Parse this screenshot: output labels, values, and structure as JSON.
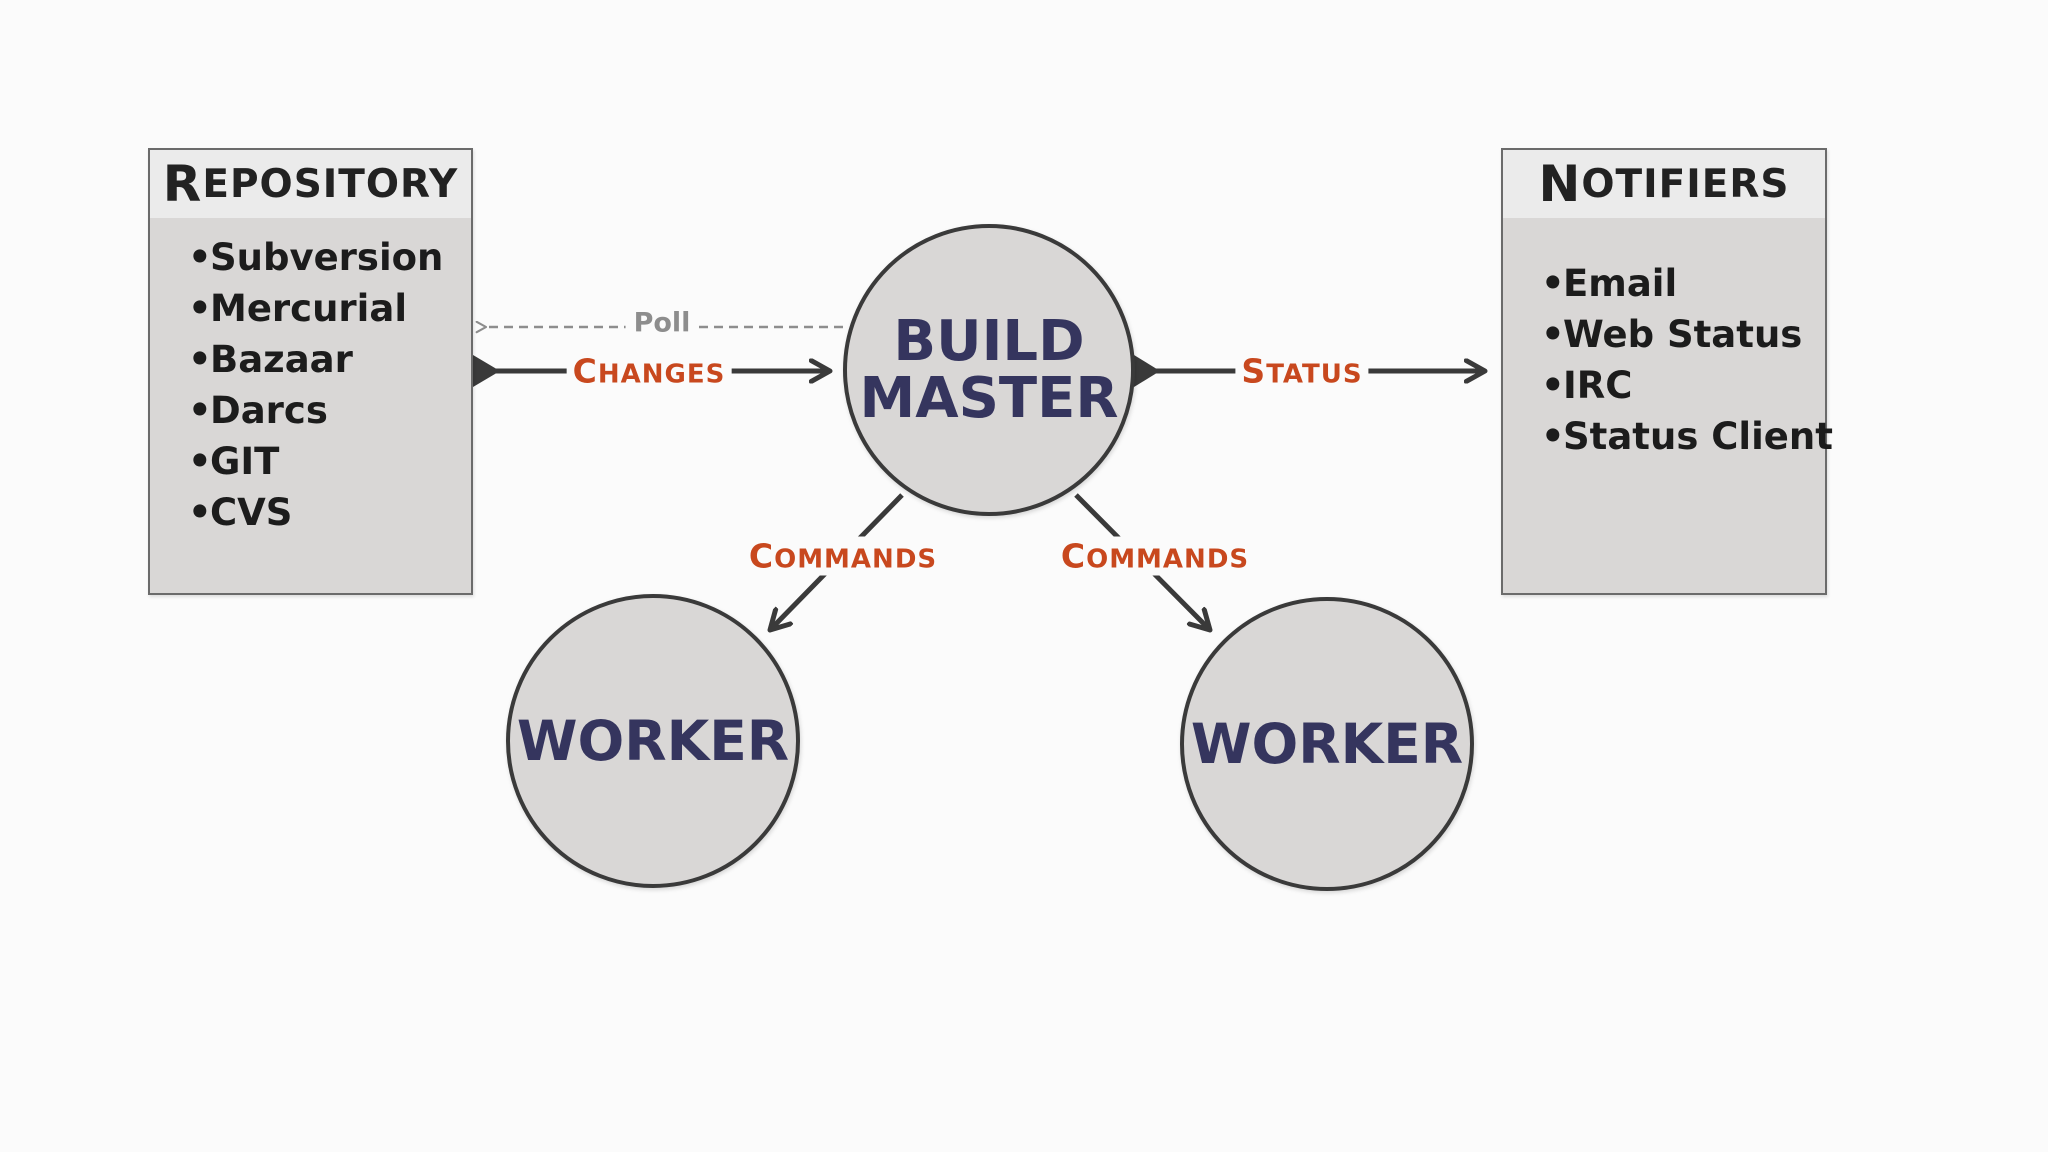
{
  "repository": {
    "title_initial": "R",
    "title_rest": "EPOSITORY",
    "items": [
      "Subversion",
      "Mercurial",
      "Bazaar",
      "Darcs",
      "GIT",
      "CVS"
    ]
  },
  "notifiers": {
    "title_initial": "N",
    "title_rest": "OTIFIERS",
    "items": [
      "Email",
      "Web Status",
      "IRC",
      "Status Client"
    ]
  },
  "build_master": {
    "line1": "BUILD",
    "line2": "MASTER"
  },
  "workers": {
    "left": "WORKER",
    "right": "WORKER"
  },
  "edges": {
    "poll": "Poll",
    "changes_initial": "C",
    "changes_rest": "HANGES",
    "status_initial": "S",
    "status_rest": "TATUS",
    "commands_left_initial": "C",
    "commands_left_rest": "OMMANDS",
    "commands_right_initial": "C",
    "commands_right_rest": "OMMANDS"
  },
  "colors": {
    "background": "#fbfbfb",
    "box_fill": "#d9d7d6",
    "header_fill": "#ebebeb",
    "node_text": "#35355e",
    "edge_label": "#c8481e",
    "arrow": "#3a3a3a",
    "poll": "#8d8d8d"
  }
}
